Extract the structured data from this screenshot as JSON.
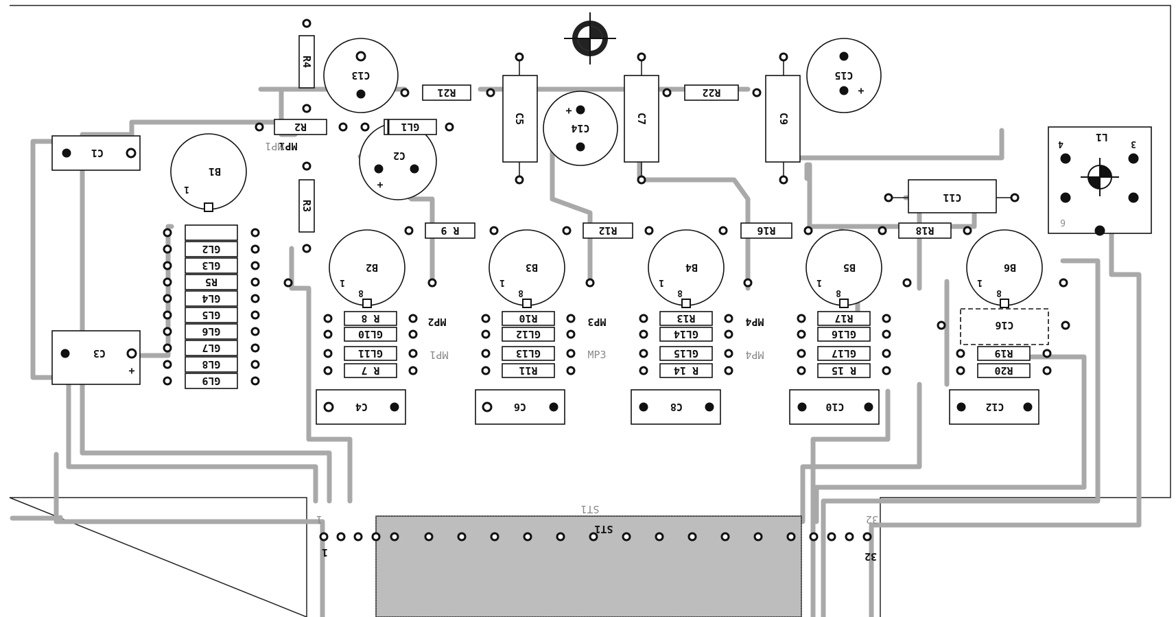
{
  "board": {
    "connector_label": "ST1",
    "connector_mirror_label": "ST1",
    "pin_first": "1",
    "pin_last": "32",
    "pin_first_mirror": "1",
    "pin_last_mirror": "32"
  },
  "resistors": {
    "R2": "R2",
    "R3": "R3",
    "R4": "R4",
    "R5": "R5",
    "R7": "R 7",
    "R8": "R 8",
    "R9": "R 9",
    "R10": "R10",
    "R11": "R11",
    "R12": "R12",
    "R13": "R13",
    "R14": "R 14",
    "R15": "R 15",
    "R16": "R16",
    "R17": "R17",
    "R18": "R18",
    "R19": "R19",
    "R20": "R20",
    "R21": "R21",
    "R22": "R22"
  },
  "capacitors": {
    "C1": "C1",
    "C2": "C2",
    "C3": "C3",
    "C4": "C4",
    "C5": "C5",
    "C6": "C6",
    "C7": "C7",
    "C8": "C8",
    "C9": "C9",
    "C10": "C10",
    "C11": "C11",
    "C12": "C12",
    "C13": "C13",
    "C14": "C14",
    "C15": "C15",
    "C16": "C16"
  },
  "diodes": {
    "GL1": "GL1",
    "GL2": "GL2",
    "GL3": "GL3",
    "GL4": "GL4",
    "GL5": "GL5",
    "GL6": "GL6",
    "GL7": "GL7",
    "GL8": "GL8",
    "GL9": "GL9",
    "GL10": "GL10",
    "GL11": "GL11",
    "GL12": "GL12",
    "GL13": "GL13",
    "GL14": "GL14",
    "GL15": "GL15",
    "GL16": "GL16",
    "GL17": "GL17"
  },
  "sockets": {
    "B1": "B1",
    "B2": "B2",
    "B3": "B3",
    "B4": "B4",
    "B5": "B5",
    "B6": "B6",
    "pin_one": "1",
    "pin_eight": "8"
  },
  "coil": {
    "L1": "L1",
    "pin_3": "3",
    "pin_4": "4",
    "pin_6": "6"
  },
  "measure_points": {
    "MP1": "MP1",
    "MP2": "MP2",
    "MP3": "MP3",
    "MP4": "MP4",
    "MP1_mirror": "MP1",
    "MP3_mirror": "MP3",
    "MP4_mirror": "MP4"
  },
  "polarity": {
    "plus": "+"
  }
}
